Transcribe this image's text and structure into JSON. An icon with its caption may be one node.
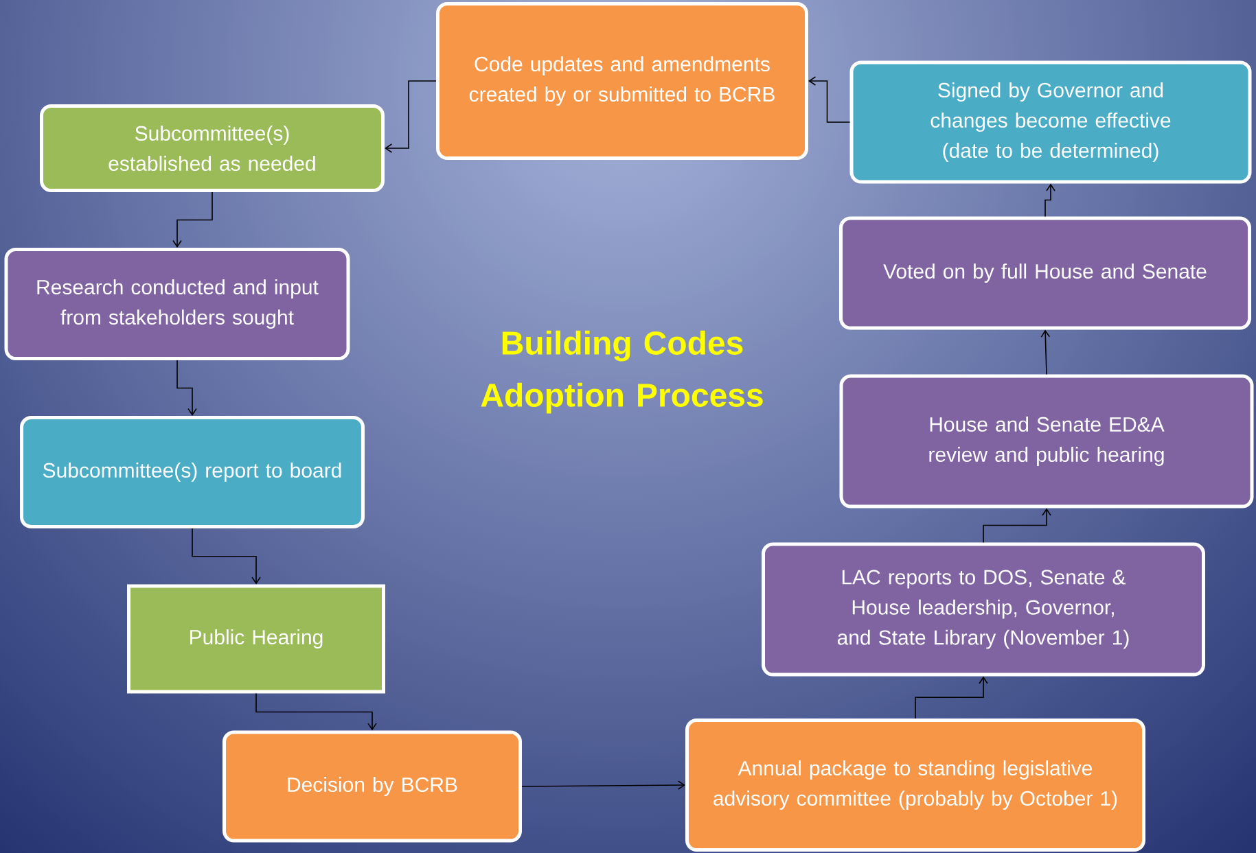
{
  "diagram": {
    "title": "Building Codes Adoption Process",
    "nodes": [
      {
        "text": [
          "Code updates and amendments created by or submitted to BCRB"
        ]
      },
      {
        "text": [
          "Subcommittee(s) established as needed"
        ]
      },
      {
        "text": [
          "Research conducted and input from stakeholders sought"
        ]
      },
      {
        "text": [
          "Subcommittee(s) report to board"
        ]
      },
      {
        "text": [
          "Public Hearing"
        ]
      },
      {
        "text": [
          "Decision by BCRB"
        ]
      },
      {
        "text": [
          "Annual package to standing legislative advisory committee (probably by October 1)"
        ]
      },
      {
        "text": [
          "LAC reports to DOS, Senate & House leadership, Governor, and State Library (November 1)"
        ]
      },
      {
        "text": [
          "House and Senate ED&A review and public hearing"
        ]
      },
      {
        "text": [
          "Voted on by full House and Senate"
        ]
      },
      {
        "text": [
          "Signed by Governor and changes become effective (date to be determined)"
        ]
      }
    ],
    "edges": [
      {
        "from": 0,
        "to": 1,
        "arrow": "to"
      },
      {
        "from": 1,
        "to": 2,
        "arrow": "to"
      },
      {
        "from": 2,
        "to": 3,
        "arrow": "to"
      },
      {
        "from": 3,
        "to": 4,
        "arrow": "to"
      },
      {
        "from": 4,
        "to": 5,
        "arrow": "to"
      },
      {
        "from": 5,
        "to": 6,
        "arrow": "to"
      },
      {
        "from": 6,
        "to": 7,
        "arrow": "to"
      },
      {
        "from": 7,
        "to": 8,
        "arrow": "to"
      },
      {
        "from": 8,
        "to": 9,
        "arrow": "to"
      },
      {
        "from": 9,
        "to": 10,
        "arrow": "to"
      },
      {
        "from": 10,
        "to": 0,
        "arrow": "to"
      }
    ]
  }
}
